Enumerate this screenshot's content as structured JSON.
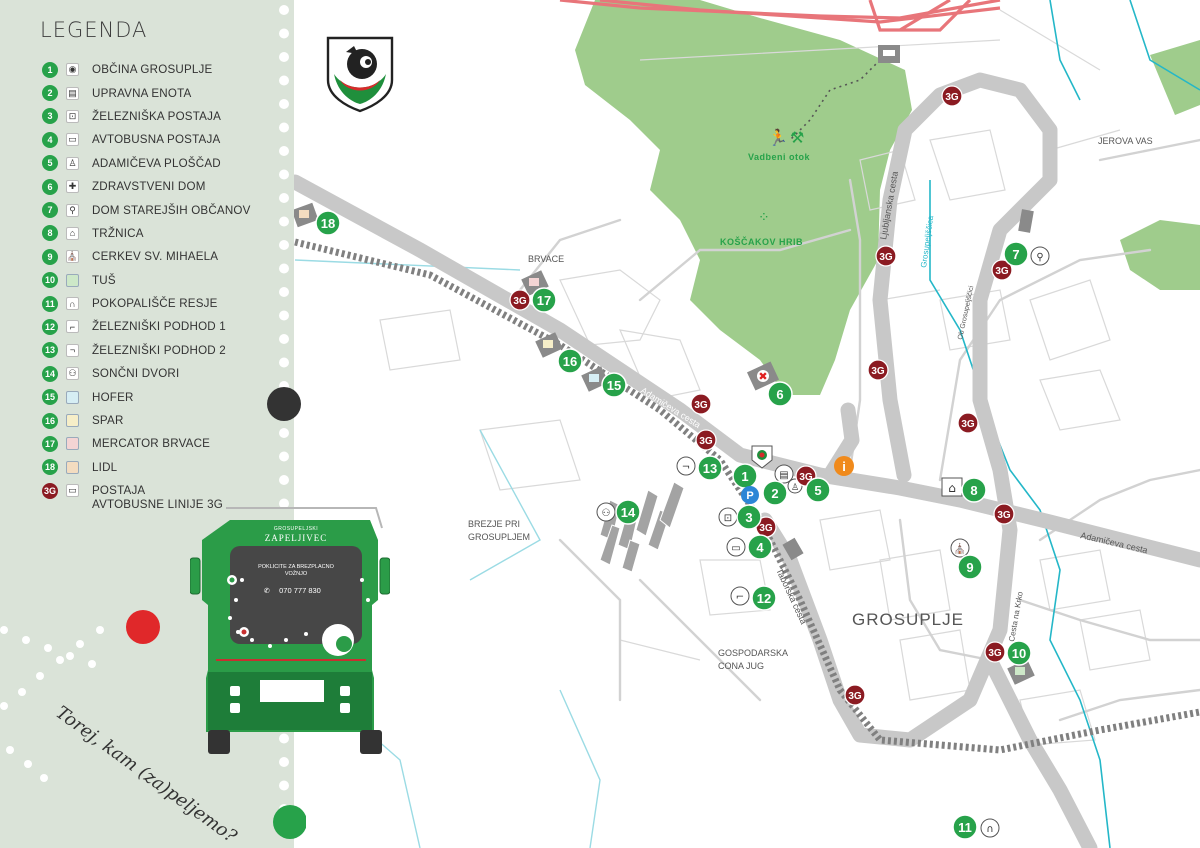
{
  "legend": {
    "title": "LEGENDA",
    "items": [
      {
        "num": "1",
        "label": "OBČINA GROSUPLJE",
        "icon": "municipality-logo-icon",
        "glyph": "◉",
        "swatch": ""
      },
      {
        "num": "2",
        "label": "UPRAVNA ENOTA",
        "icon": "document-icon",
        "glyph": "▤",
        "swatch": ""
      },
      {
        "num": "3",
        "label": "ŽELEZNIŠKA POSTAJA",
        "icon": "train-icon",
        "glyph": "⊡",
        "swatch": ""
      },
      {
        "num": "4",
        "label": "AVTOBUSNA POSTAJA",
        "icon": "bus-icon",
        "glyph": "▭",
        "swatch": ""
      },
      {
        "num": "5",
        "label": "ADAMIČEVA PLOŠČAD",
        "icon": "monument-icon",
        "glyph": "♙",
        "swatch": ""
      },
      {
        "num": "6",
        "label": "ZDRAVSTVENI DOM",
        "icon": "medical-cross-icon",
        "glyph": "✚",
        "swatch": ""
      },
      {
        "num": "7",
        "label": "DOM STAREJŠIH OBČANOV",
        "icon": "elderly-icon",
        "glyph": "⚲",
        "swatch": ""
      },
      {
        "num": "8",
        "label": "TRŽNICA",
        "icon": "market-stall-icon",
        "glyph": "⌂",
        "swatch": ""
      },
      {
        "num": "9",
        "label": "CERKEV SV. MIHAELA",
        "icon": "church-icon",
        "glyph": "⛪",
        "swatch": ""
      },
      {
        "num": "10",
        "label": "TUŠ",
        "icon": "tus-store-icon",
        "glyph": "",
        "swatch": "#cde8c8"
      },
      {
        "num": "11",
        "label": "POKOPALIŠČE RESJE",
        "icon": "cemetery-icon",
        "glyph": "∩",
        "swatch": ""
      },
      {
        "num": "12",
        "label": "ŽELEZNIŠKI PODHOD 1",
        "icon": "stairs-icon",
        "glyph": "⌐",
        "swatch": ""
      },
      {
        "num": "13",
        "label": "ŽELEZNIŠKI PODHOD 2",
        "icon": "stairs-down-icon",
        "glyph": "¬",
        "swatch": ""
      },
      {
        "num": "14",
        "label": "SONČNI DVORI",
        "icon": "residents-icon",
        "glyph": "⚇",
        "swatch": ""
      },
      {
        "num": "15",
        "label": "HOFER",
        "icon": "hofer-store-icon",
        "glyph": "",
        "swatch": "#d6eef4"
      },
      {
        "num": "16",
        "label": "SPAR",
        "icon": "spar-store-icon",
        "glyph": "",
        "swatch": "#f6eec8"
      },
      {
        "num": "17",
        "label": "MERCATOR BRVACE",
        "icon": "mercator-store-icon",
        "glyph": "",
        "swatch": "#f4d4d4"
      },
      {
        "num": "18",
        "label": "LIDL",
        "icon": "lidl-store-icon",
        "glyph": "",
        "swatch": "#f3dcc0"
      }
    ],
    "bus_line": {
      "num": "3G",
      "label": "POSTAJA\nAVTOBUSNE LINIJE 3G",
      "icon": "bus-3g-icon",
      "glyph": "▭"
    }
  },
  "bus": {
    "brand_small": "GROSUPELJSKI",
    "brand_large": "ZAPELJIVEC",
    "booking_text": "POKLIČITE ZA BREZPLAČNO VOŽNJO",
    "phone": "070 777 830"
  },
  "slogan": "Torej, kam (za)peljemo?",
  "place_labels": {
    "brvace": "BRVACE",
    "jerova_vas": "JEROVA VAS",
    "brezje_line1": "BREZJE PRI",
    "brezje_line2": "GROSUPLJEM",
    "gospodarska_line1": "GOSPODARSKA",
    "gospodarska_line2": "CONA JUG",
    "grosuplje": "GROSUPLJE",
    "vadbeni_otok": "Vadbeni otok",
    "koscakov_hrib": "KOŠČAKOV HRIB"
  },
  "street_labels": {
    "adamiceva_west": "Adamičeva cesta",
    "adamiceva_east": "Adamičeva cesta",
    "ljubljanska": "Ljubljanska cesta",
    "taborska": "Taborska cesta",
    "cesta_na_krko_north": "Cesta na Krko",
    "cesta_na_krko_south": "Cesta na Krko",
    "grosupeljscica": "Grosupeljščica",
    "ob_grosupeljscici": "Ob Grosupeljščici"
  },
  "markers": {
    "m1": "1",
    "m2": "2",
    "m3": "3",
    "m4": "4",
    "m5": "5",
    "m6": "6",
    "m7": "7",
    "m8": "8",
    "m9": "9",
    "m10": "10",
    "m11": "11",
    "m12": "12",
    "m13": "13",
    "m14": "14",
    "m15": "15",
    "m16": "16",
    "m17": "17",
    "m18": "18"
  },
  "bus_stop_label": "3G",
  "parking_label": "P",
  "info_label": "i",
  "colors": {
    "green": "#27a24a",
    "dark_red": "#8b1b22",
    "road": "#c8c8c8",
    "forest": "#9fcc8c",
    "river": "#24b7c8",
    "highway": "#e8757a",
    "legend_bg": "#dae3d8",
    "info_orange": "#f08a1c"
  }
}
